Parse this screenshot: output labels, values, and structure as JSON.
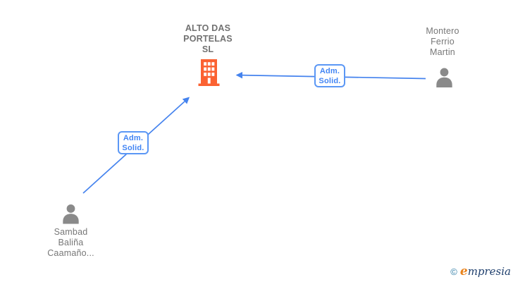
{
  "diagram": {
    "company": {
      "name": "ALTO DAS PORTELAS SL",
      "line1": "ALTO DAS",
      "line2": "PORTELAS",
      "line3": "SL",
      "icon": "building-icon"
    },
    "person_right": {
      "name": "Montero Ferrio Martin",
      "line1": "Montero",
      "line2": "Ferrio",
      "line3": "Martin",
      "icon": "person-icon"
    },
    "person_left": {
      "name": "Sambad Baliña Caamaño...",
      "line1": "Sambad",
      "line2": "Baliña",
      "line3": "Caamaño...",
      "icon": "person-icon"
    },
    "edge_right": {
      "relation_line1": "Adm.",
      "relation_line2": "Solid.",
      "from": "Montero Ferrio Martin",
      "to": "ALTO DAS PORTELAS SL"
    },
    "edge_left": {
      "relation_line1": "Adm.",
      "relation_line2": "Solid.",
      "from": "Sambad Baliña Caamaño...",
      "to": "ALTO DAS PORTELAS SL"
    }
  },
  "colors": {
    "node_text": "#777777",
    "person_icon": "#8a8a8a",
    "building_icon": "#fb6232",
    "edge_line": "#4583ee",
    "edge_label_text": "#4285f4",
    "edge_label_border": "#5b97f5",
    "logo_copyright": "#2e7ca6",
    "logo_e": "#e8821c",
    "logo_rest": "#20406e"
  },
  "footer": {
    "copyright_symbol": "©",
    "brand_first_letter": "e",
    "brand_rest": "mpresia"
  }
}
